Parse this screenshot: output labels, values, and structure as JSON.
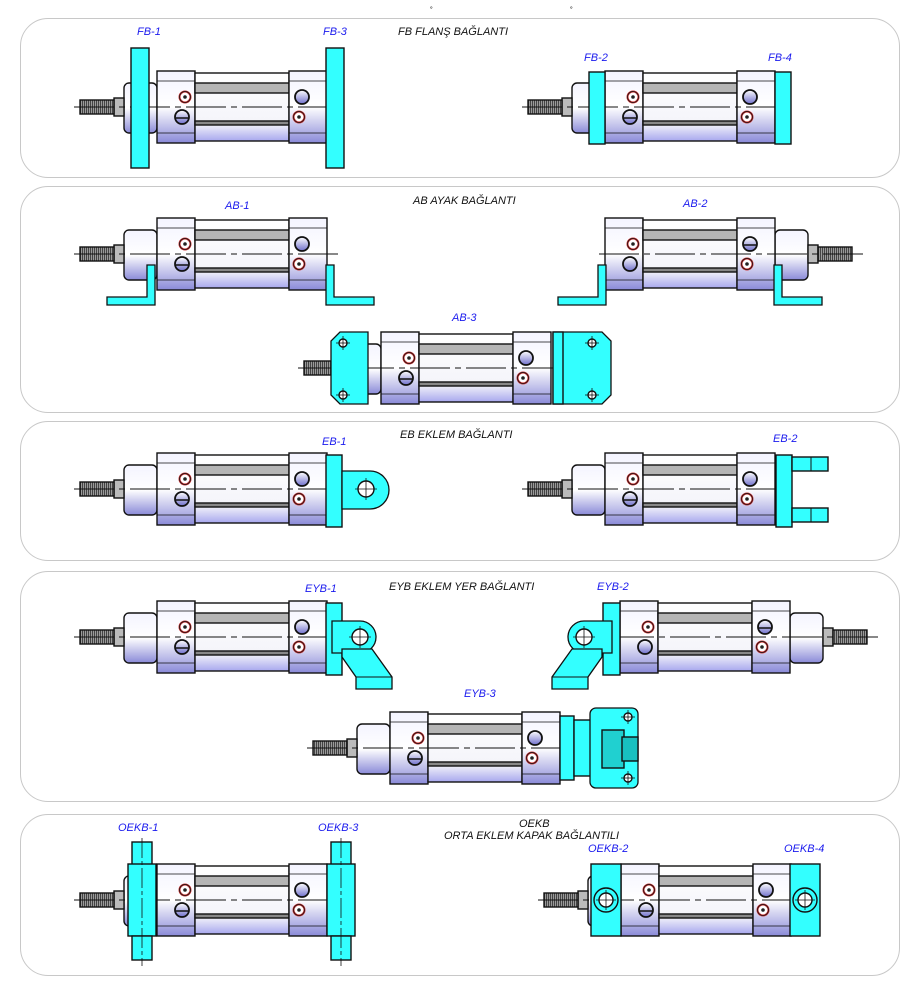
{
  "colors": {
    "accent": "#33ffff",
    "label": "#1a1aee",
    "outline": "#111111",
    "bolt_ring": "#cc3333",
    "panel_border": "#c8c8c8"
  },
  "sections": [
    {
      "id": "fb",
      "title": "FB FLANŞ BAĞLANTI",
      "variants": [
        "FB-1",
        "FB-3",
        "FB-2",
        "FB-4"
      ]
    },
    {
      "id": "ab",
      "title": "AB AYAK BAĞLANTI",
      "variants": [
        "AB-1",
        "AB-2",
        "AB-3"
      ]
    },
    {
      "id": "eb",
      "title": "EB  EKLEM BAĞLANTI",
      "variants": [
        "EB-1",
        "EB-2"
      ]
    },
    {
      "id": "eyb",
      "title": "EYB  EKLEM YER BAĞLANTI",
      "variants": [
        "EYB-1",
        "EYB-2",
        "EYB-3"
      ]
    },
    {
      "id": "oekb",
      "title_line1": "OEKB",
      "title_line2": "ORTA EKLEM KAPAK BAĞLANTILI",
      "variants": [
        "OEKB-1",
        "OEKB-3",
        "OEKB-2",
        "OEKB-4"
      ]
    }
  ],
  "cylinders": [
    {
      "label": "FB-1",
      "dir": "right",
      "mount": "flange-both"
    },
    {
      "label": "FB-2",
      "dir": "right",
      "mount": "flange-short"
    },
    {
      "label": "AB-1",
      "dir": "right",
      "mount": "foot"
    },
    {
      "label": "AB-2",
      "dir": "left",
      "mount": "foot"
    },
    {
      "label": "AB-3",
      "dir": "right",
      "mount": "foot-plate"
    },
    {
      "label": "EB-1",
      "dir": "right",
      "mount": "eye"
    },
    {
      "label": "EB-2",
      "dir": "right",
      "mount": "clevis"
    },
    {
      "label": "EYB-1",
      "dir": "right",
      "mount": "pivot-bracket"
    },
    {
      "label": "EYB-2",
      "dir": "left",
      "mount": "pivot-bracket"
    },
    {
      "label": "EYB-3",
      "dir": "right",
      "mount": "clevis-plate"
    },
    {
      "label": "OEKB-1",
      "dir": "right",
      "mount": "trunnion-side"
    },
    {
      "label": "OEKB-2",
      "dir": "right",
      "mount": "trunnion-front"
    }
  ]
}
